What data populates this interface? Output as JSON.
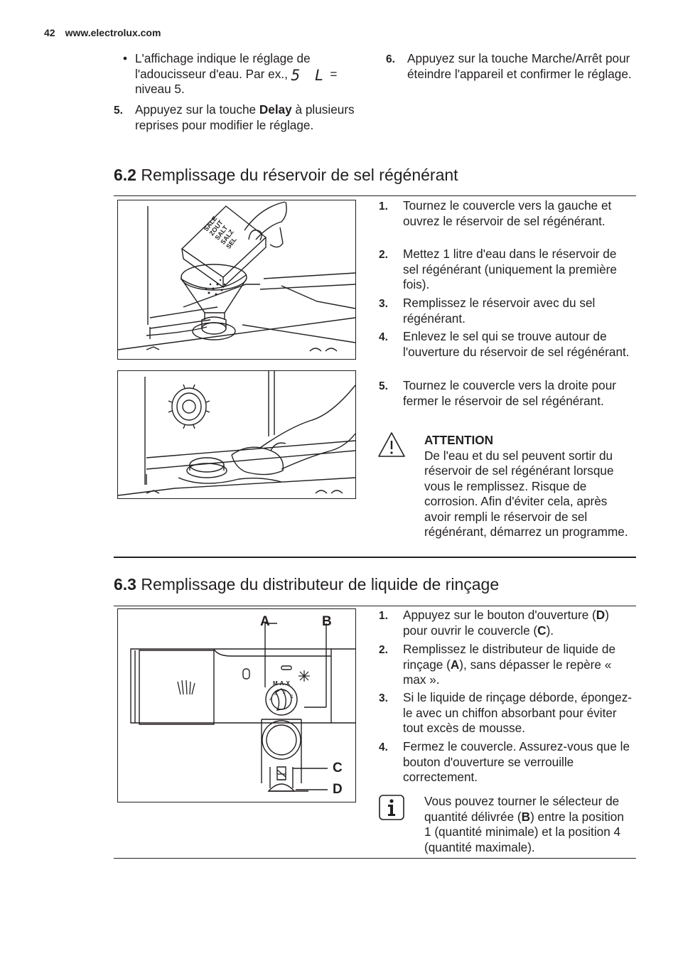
{
  "header": {
    "page_number": "42",
    "website": "www.electrolux.com"
  },
  "intro": {
    "bullet_before": "L'affichage indique le réglage de l'adoucisseur d'eau. Par ex.,",
    "bullet_code": "5 L",
    "bullet_after": "= niveau 5.",
    "step5_num": "5.",
    "step5_pre": "Appuyez sur la touche",
    "step5_bold": "Delay",
    "step5_post": "à plusieurs reprises pour modifier le réglage.",
    "step6_num": "6.",
    "step6_text": "Appuyez sur la touche Marche/Arrêt pour éteindre l'appareil et confirmer le réglage."
  },
  "section62": {
    "number": "6.2",
    "title": "Remplissage du réservoir de sel régénérant",
    "box_labels": [
      "SALE",
      "ZOUT",
      "SALT",
      "SALZ",
      "SEL"
    ],
    "steps": [
      {
        "num": "1.",
        "text": "Tournez le couvercle vers la gauche et ouvrez le réservoir de sel régénérant."
      },
      {
        "num": "2.",
        "text": "Mettez 1 litre d'eau dans le réservoir de sel régénérant (uniquement la première fois)."
      },
      {
        "num": "3.",
        "text": "Remplissez le réservoir avec du sel régénérant."
      },
      {
        "num": "4.",
        "text": "Enlevez le sel qui se trouve autour de l'ouverture du réservoir de sel régénérant."
      },
      {
        "num": "5.",
        "text": "Tournez le couvercle vers la droite pour fermer le réservoir de sel régénérant."
      }
    ],
    "attention_title": "ATTENTION",
    "attention_text": "De l'eau et du sel peuvent sortir du réservoir de sel régénérant lorsque vous le remplissez. Risque de corrosion. Afin d'éviter cela, après avoir rempli le réservoir de sel régénérant, démarrez un programme."
  },
  "section63": {
    "number": "6.3",
    "title": "Remplissage du distributeur de liquide de rinçage",
    "callouts": {
      "a": "A",
      "b": "B",
      "c": "C",
      "d": "D"
    },
    "dial_text": "MAX",
    "dial_numbers": [
      "4",
      "3",
      "2",
      "1"
    ],
    "step1": {
      "num": "1.",
      "pre": "Appuyez sur le bouton d'ouverture (",
      "b1": "D",
      "mid": ") pour ouvrir le couvercle (",
      "b2": "C",
      "post": ")."
    },
    "step2": {
      "num": "2.",
      "pre": "Remplissez le distributeur de liquide de rinçage (",
      "b1": "A",
      "post": "), sans dépasser le repère « max »."
    },
    "step3": {
      "num": "3.",
      "text": "Si le liquide de rinçage déborde, épongez-le avec un chiffon absorbant pour éviter tout excès de mousse."
    },
    "step4": {
      "num": "4.",
      "text": "Fermez le couvercle. Assurez-vous que le bouton d'ouverture se verrouille correctement."
    },
    "info": {
      "pre": "Vous pouvez tourner le sélecteur de quantité délivrée (",
      "b1": "B",
      "post": ") entre la position 1 (quantité minimale) et la position 4 (quantité maximale)."
    }
  }
}
